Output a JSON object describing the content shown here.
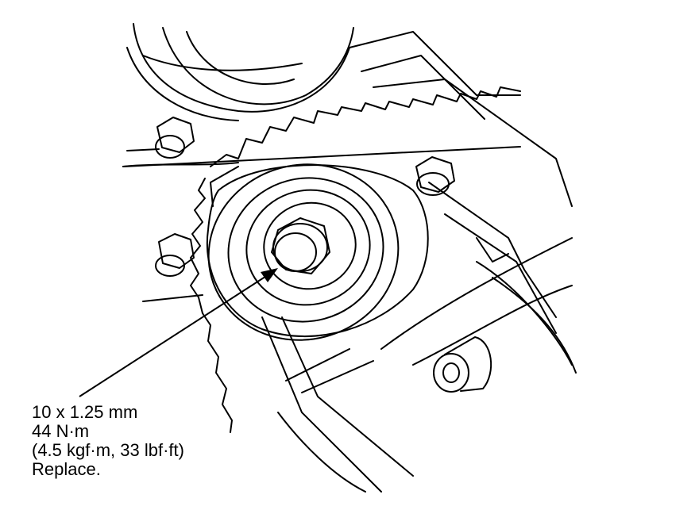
{
  "spec": {
    "size": "10 x 1.25 mm",
    "torque_nm": "44 N·m",
    "torque_alt": "(4.5 kgf·m, 33 lbf·ft)",
    "note": "Replace."
  },
  "colors": {
    "ink": "#000000",
    "paper": "#ffffff"
  }
}
